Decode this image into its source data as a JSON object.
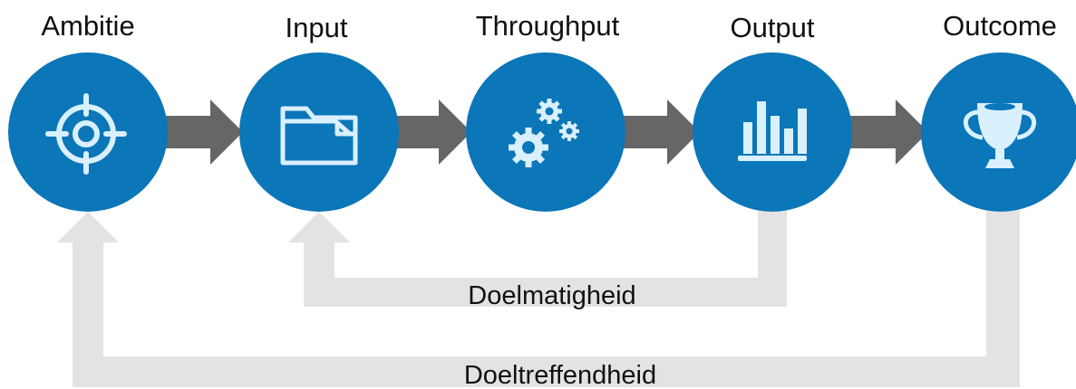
{
  "colors": {
    "circle": "#0b76b8",
    "icon": "#d9f0ff",
    "arrow_dark": "#666666",
    "arrow_light": "#e3e3e3"
  },
  "stages": [
    {
      "label": "Ambitie",
      "icon": "target-icon"
    },
    {
      "label": "Input",
      "icon": "folder-icon"
    },
    {
      "label": "Throughput",
      "icon": "gears-icon"
    },
    {
      "label": "Output",
      "icon": "bar-chart-icon"
    },
    {
      "label": "Outcome",
      "icon": "trophy-icon"
    }
  ],
  "feedback": {
    "efficiency_label": "Doelmatigheid",
    "effectiveness_label": "Doeltreffendheid"
  }
}
